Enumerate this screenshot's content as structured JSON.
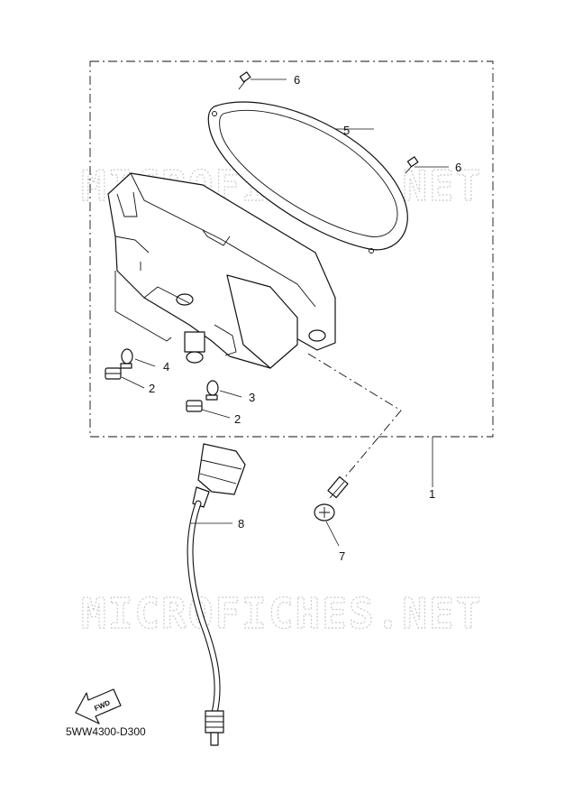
{
  "diagram": {
    "code": "5WW4300-D300",
    "watermark": "MICROFICHES.NET",
    "fwd_label": "FWD",
    "callouts": {
      "c1": "1",
      "c2a": "2",
      "c2b": "2",
      "c3": "3",
      "c4": "4",
      "c5": "5",
      "c6a": "6",
      "c6b": "6",
      "c7": "7",
      "c8": "8"
    }
  }
}
